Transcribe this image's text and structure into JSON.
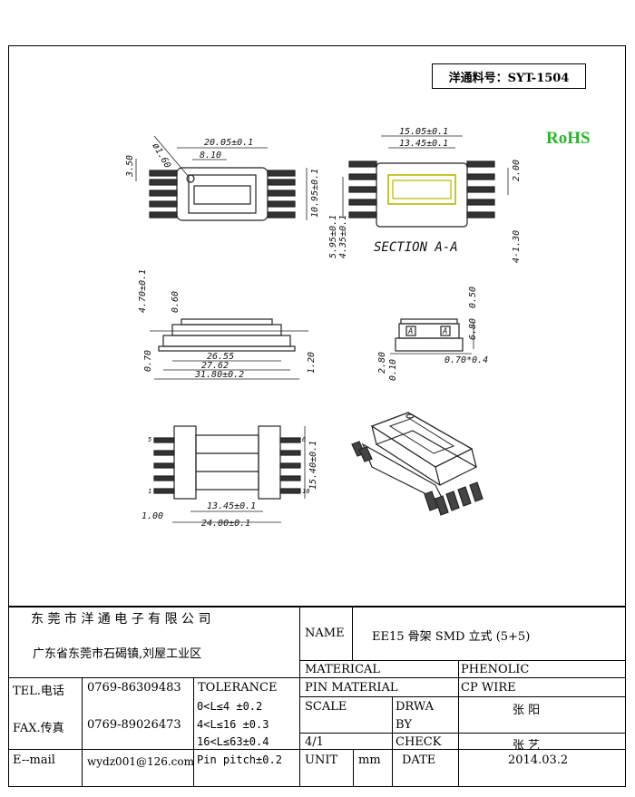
{
  "part_number": "洋通料号：SYT-1504",
  "rohs": "RoHS",
  "drawing": {
    "top_view": {
      "d_width": "20.05±0.1",
      "d_inner": "8.10",
      "d_left": "3.50",
      "d_pin": "ø1.60",
      "d_height": "10.95±0.1"
    },
    "section": {
      "title": "SECTION A-A",
      "d_outer": "15.05±0.1",
      "d_inner": "13.45±0.1",
      "d_right": "2.00",
      "d_left1": "5.95±0.1",
      "d_left2": "4.35±0.1",
      "d_bottom": "4-1.30"
    },
    "side_view": {
      "d_height": "4.70±0.1",
      "d_top": "0.60",
      "d_foot": "0.70",
      "d_a": "26.55",
      "d_b": "27.62",
      "d_c": "31.80±0.2",
      "d_right": "1.20"
    },
    "end_view": {
      "d_top": "0.50",
      "d_right": "6.80",
      "d_left1": "2.80",
      "d_left2": "0.10",
      "d_pin": "0.70*0.4",
      "a_left": "A",
      "a_right": "A"
    },
    "bottom_view": {
      "d_inner": "13.45±0.1",
      "d_width": "24.00±0.1",
      "d_height": "15.40±0.1",
      "d_foot": "1.00",
      "pin_top": "5",
      "pin_bottom": "1",
      "pin_right_top": "6",
      "pin_right_bottom": "10"
    }
  },
  "title_block": {
    "company": "东 莞 市 洋 通 电 子 有 限 公 司",
    "address": "广东省东莞市石碣镇,刘屋工业区",
    "name_label": "NAME",
    "name_value": "EE15  骨架 SMD 立式  (5+5)",
    "material_label": "MATERICAL",
    "material_value": "PHENOLIC",
    "pin_material_label": "PIN MATERIAL",
    "pin_material_value": "CP WIRE",
    "tel_label": "TEL.电话",
    "tel_value": "0769-86309483",
    "tolerance_label": "TOLERANCE",
    "fax_label": "FAX.传真",
    "fax_value": "0769-89026473",
    "tol_1": "0<L≤4   ±0.2",
    "tol_2": "4<L≤16  ±0.3",
    "tol_3": "16<L≤63±0.4",
    "tol_4": "Pin pitch±0.2",
    "scale_label": "SCALE",
    "scale_value": "4/1",
    "drawn_label_1": "DRWA",
    "drawn_label_2": "BY",
    "drawn_value": "张  阳",
    "check_label": "CHECK",
    "check_value": "张  艺",
    "email_label": "E--mail",
    "email_value": "wydz001@126.com",
    "unit_label": "UNIT",
    "unit_value": "mm",
    "date_label": "DATE",
    "date_value": "2014.03.2"
  }
}
